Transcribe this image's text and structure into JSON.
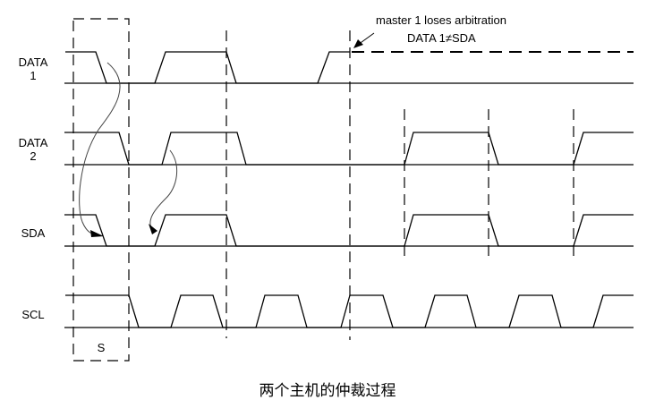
{
  "signals": [
    {
      "name": "DATA",
      "index": "1"
    },
    {
      "name": "DATA",
      "index": "2"
    },
    {
      "name": "SDA"
    },
    {
      "name": "SCL"
    }
  ],
  "start_label": "S",
  "annotation": {
    "line1": "master 1 loses arbitration",
    "line2": "DATA 1≠SDA"
  },
  "caption": "两个主机的仲裁过程"
}
